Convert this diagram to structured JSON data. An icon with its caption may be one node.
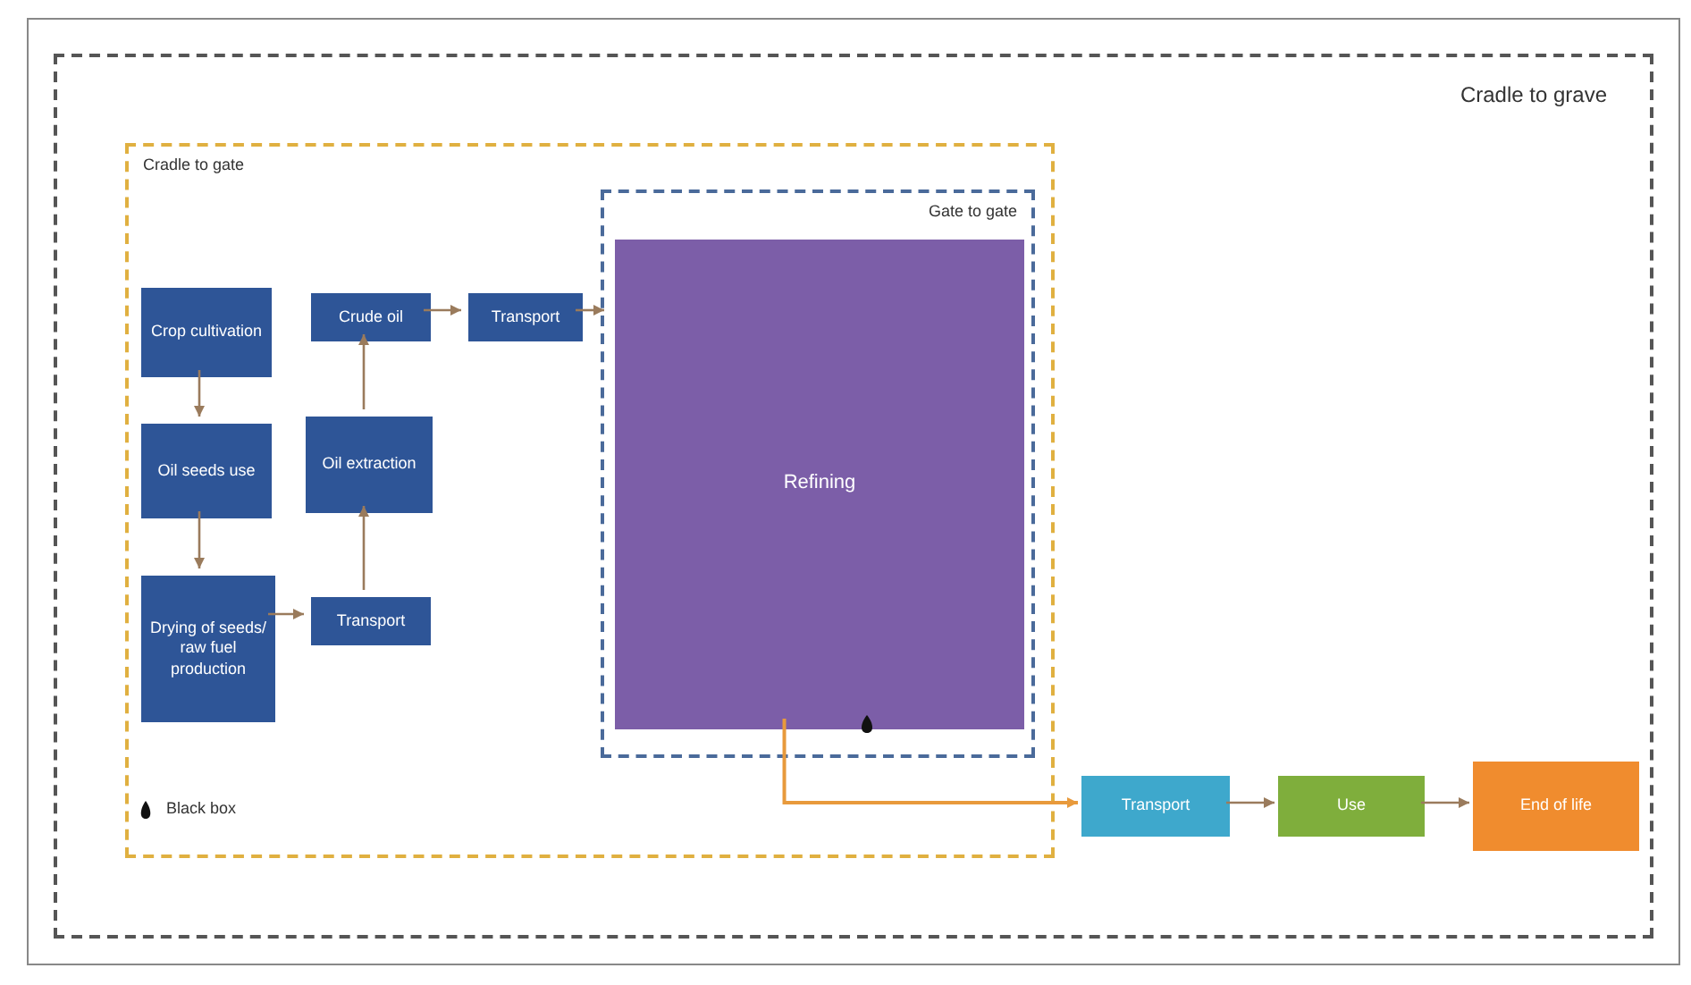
{
  "diagram": {
    "nodes": [
      {
        "text": [
          "Cradle to grave"
        ]
      },
      {
        "text": [
          "Cradle to gate"
        ],
        "in": 0
      },
      {
        "text": [
          "Gate to gate"
        ],
        "in": 1
      },
      {
        "text": [
          "Crop cultivation"
        ],
        "in": 1
      },
      {
        "text": [
          "Oil seeds use"
        ],
        "in": 1
      },
      {
        "text": [
          "Drying of seeds/ raw fuel production"
        ],
        "in": 1
      },
      {
        "text": [
          "Oil extraction"
        ],
        "in": 1
      },
      {
        "text": [
          "Transport"
        ],
        "in": 1
      },
      {
        "text": [
          "Crude oil"
        ],
        "in": 1
      },
      {
        "text": [
          "Transport"
        ],
        "in": 1
      },
      {
        "text": [
          "Refining"
        ],
        "in": 2
      },
      {
        "text": [
          "Transport"
        ],
        "in": 0
      },
      {
        "text": [
          "Use"
        ],
        "in": 0
      },
      {
        "text": [
          "End of life"
        ],
        "in": 0
      }
    ],
    "edges": [
      {
        "from": 3,
        "to": 4,
        "arrow": "to"
      },
      {
        "from": 4,
        "to": 5,
        "arrow": "to"
      },
      {
        "from": 5,
        "to": 7,
        "arrow": "to"
      },
      {
        "from": 7,
        "to": 6,
        "arrow": "to"
      },
      {
        "from": 6,
        "to": 8,
        "arrow": "to"
      },
      {
        "from": 8,
        "to": 9,
        "arrow": "to"
      },
      {
        "from": 9,
        "to": 10,
        "arrow": "to"
      },
      {
        "from": 10,
        "to": 11,
        "arrow": "to",
        "color": "#e89a3c"
      },
      {
        "from": 11,
        "to": 12,
        "arrow": "to"
      },
      {
        "from": 12,
        "to": 13,
        "arrow": "to"
      }
    ],
    "legend": [
      {
        "text": "Black box"
      }
    ]
  }
}
